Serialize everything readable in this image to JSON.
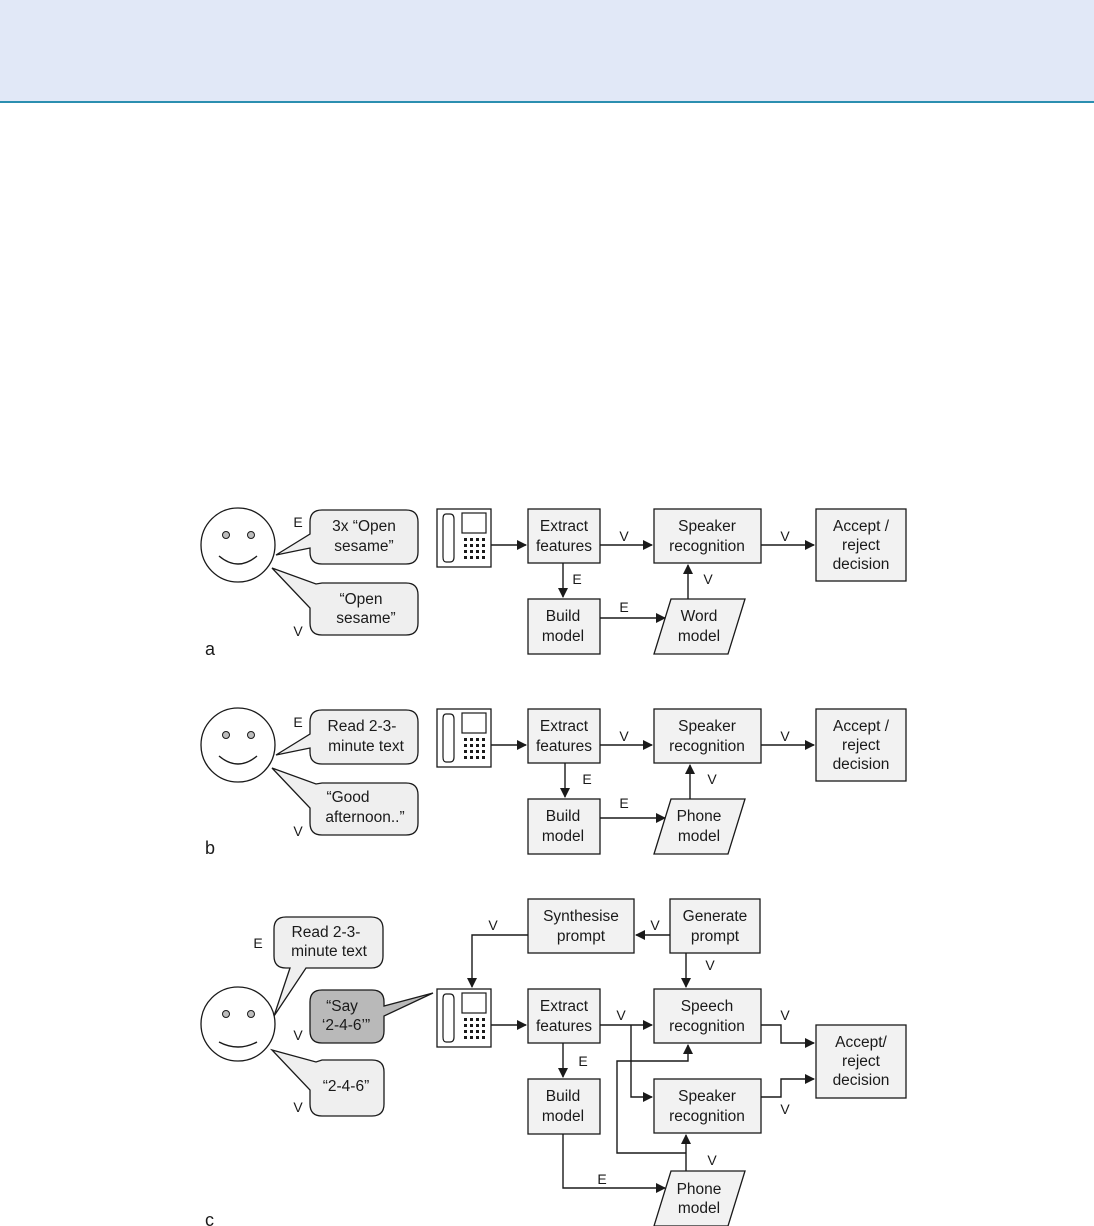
{
  "panels": {
    "a": {
      "label": "a",
      "bubble_e": [
        "3x “Open",
        "sesame”"
      ],
      "bubble_v": [
        "“Open",
        "sesame”"
      ],
      "extract": [
        "Extract",
        "features"
      ],
      "speaker": [
        "Speaker",
        "recognition"
      ],
      "decision": [
        "Accept /",
        "reject",
        "decision"
      ],
      "build": [
        "Build",
        "model"
      ],
      "model": [
        "Word",
        "model"
      ]
    },
    "b": {
      "label": "b",
      "bubble_e": [
        "Read 2-3-",
        "minute text"
      ],
      "bubble_v": [
        "“Good",
        "afternoon..”"
      ],
      "extract": [
        "Extract",
        "features"
      ],
      "speaker": [
        "Speaker",
        "recognition"
      ],
      "decision": [
        "Accept /",
        "reject",
        "decision"
      ],
      "build": [
        "Build",
        "model"
      ],
      "model": [
        "Phone",
        "model"
      ]
    },
    "c": {
      "label": "c",
      "bubble_e": [
        "Read 2-3-",
        "minute text"
      ],
      "bubble_say": [
        "“Say",
        "‘2-4-6’”"
      ],
      "bubble_v": [
        "“2-4-6”"
      ],
      "synth": [
        "Synthesise",
        "prompt"
      ],
      "generate": [
        "Generate",
        "prompt"
      ],
      "extract": [
        "Extract",
        "features"
      ],
      "speech": [
        "Speech",
        "recognition"
      ],
      "speaker": [
        "Speaker",
        "recognition"
      ],
      "decision": [
        "Accept/",
        "reject",
        "decision"
      ],
      "build": [
        "Build",
        "model"
      ],
      "model": [
        "Phone",
        "model"
      ]
    }
  },
  "edge_labels": {
    "enroll": "E",
    "verify": "V"
  }
}
